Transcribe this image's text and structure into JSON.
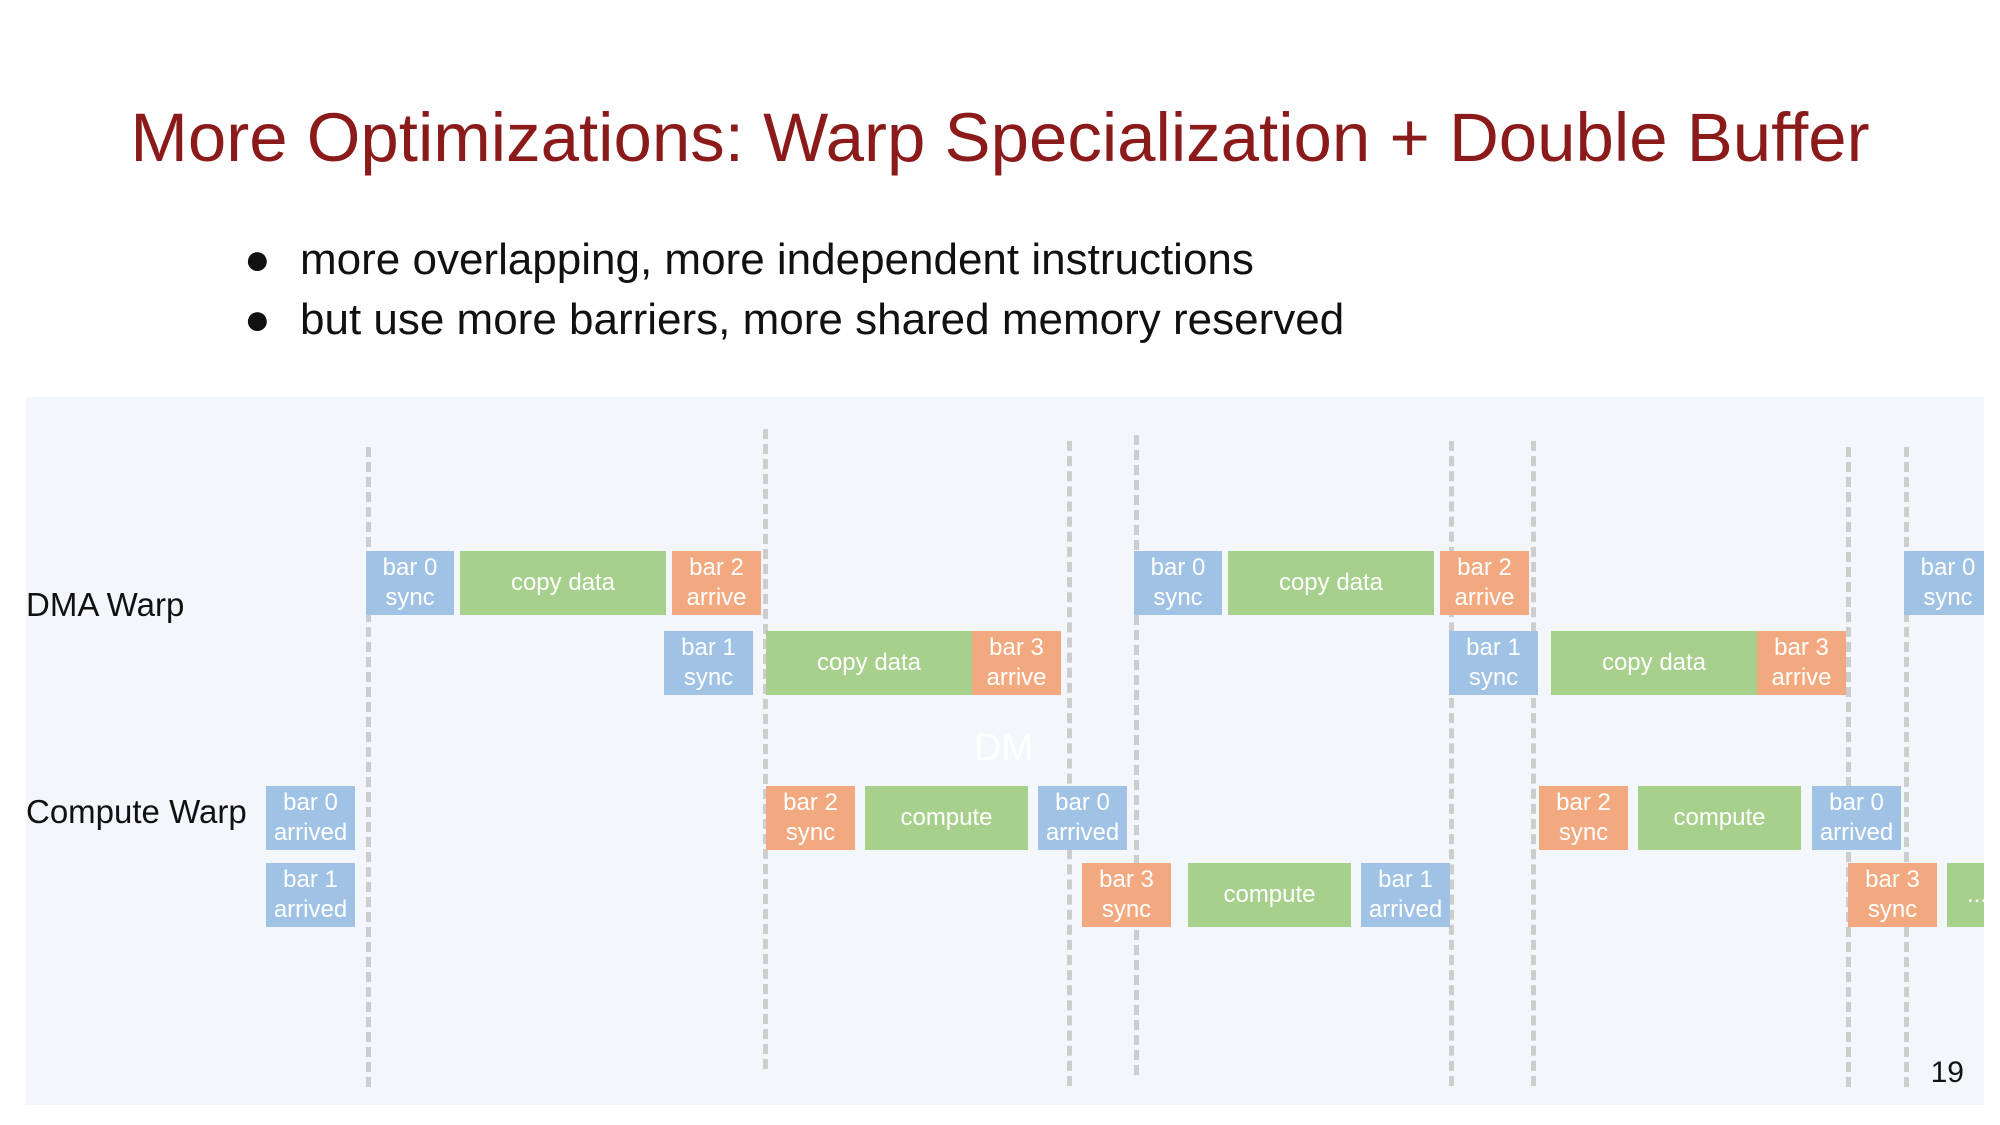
{
  "slide": {
    "title": "More Optimizations: Warp Specialization + Double Buffer",
    "bullets": [
      "more overlapping, more independent instructions",
      "but use more barriers, more shared memory reserved"
    ],
    "bullet_symbol": "●",
    "page_number": "19"
  },
  "diagram": {
    "row_labels": {
      "dma": "DMA Warp",
      "compute": "Compute Warp"
    },
    "ghost_text": "DM",
    "colors": {
      "sync_barrier": "#9fc2e5",
      "arrive_barrier": "#f3a97f",
      "work": "#a8d08d",
      "title": "#8b1a1a",
      "background": "#f3f6fb",
      "dashed_line": "#cdcdcd"
    },
    "blocks": {
      "dma_r1_b1": "bar 0\nsync",
      "dma_r1_b2": "copy data",
      "dma_r1_b3": "bar 2\narrive",
      "dma_r2_b1": "bar 1\nsync",
      "dma_r2_b2": "copy data",
      "dma_r2_b3": "bar 3\narrive",
      "dma_r1_b4": "bar 0\nsync",
      "dma_r1_b5": "copy data",
      "dma_r1_b6": "bar 2\narrive",
      "dma_r2_b4": "bar 1\nsync",
      "dma_r2_b5": "copy data",
      "dma_r2_b6": "bar 3\narrive",
      "dma_r1_b7": "bar 0\nsync",
      "cmp_r1_b1": "bar 0\narrived",
      "cmp_r2_b1": "bar 1\narrived",
      "cmp_r1_b2": "bar 2\nsync",
      "cmp_r1_b3": "compute",
      "cmp_r1_b4": "bar 0\narrived",
      "cmp_r2_b2": "bar 3\nsync",
      "cmp_r2_b3": "compute",
      "cmp_r2_b4": "bar 1\narrived",
      "cmp_r1_b5": "bar 2\nsync",
      "cmp_r1_b6": "compute",
      "cmp_r1_b7": "bar 0\narrived",
      "cmp_r2_b5": "bar 3\nsync",
      "cmp_r2_b6": "..."
    }
  }
}
